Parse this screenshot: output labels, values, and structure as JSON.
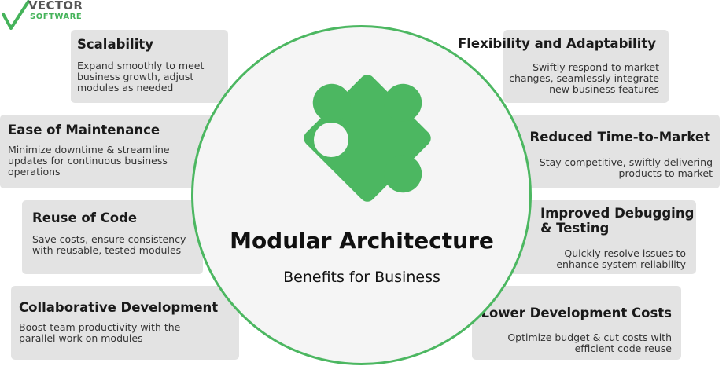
{
  "logo": {
    "word": "VECTOR",
    "sub": "SOFTWARE"
  },
  "center": {
    "title": "Modular Architecture",
    "subtitle": "Benefits for Business"
  },
  "benefits": {
    "scalability": {
      "title": "Scalability",
      "desc": "Expand smoothly to meet\nbusiness growth, adjust\nmodules as needed"
    },
    "flexibility": {
      "title": "Flexibility and Adaptability",
      "desc": "Swiftly respond to market\nchanges, seamlessly integrate\nnew business features"
    },
    "maintenance": {
      "title": "Ease of Maintenance",
      "desc": "Minimize downtime & streamline\nupdates for continuous business\noperations"
    },
    "time_to_market": {
      "title": "Reduced Time-to-Market",
      "desc": "Stay competitive, swiftly delivering\nproducts to market"
    },
    "reuse": {
      "title": "Reuse of Code",
      "desc": "Save costs, ensure consistency\nwith reusable, tested modules"
    },
    "debugging": {
      "title": "Improved Debugging\n& Testing",
      "desc": "Quickly resolve issues to\nenhance system reliability"
    },
    "collaboration": {
      "title": "Collaborative Development",
      "desc": "Boost team productivity with the\nparallel work on modules"
    },
    "costs": {
      "title": "Lower Development Costs",
      "desc": "Optimize budget & cut costs with\nefficient code reuse"
    }
  },
  "colors": {
    "accent": "#4cb761",
    "card_bg": "#e3e3e3",
    "circle_bg": "#f5f5f5"
  },
  "icons": {
    "logo": "checkmark-icon",
    "center": "puzzle-piece-icon"
  }
}
